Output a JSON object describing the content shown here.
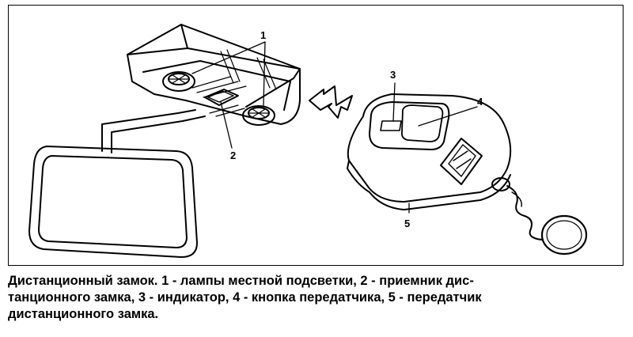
{
  "callouts": {
    "c1": "1",
    "c2": "2",
    "c3": "3",
    "c4": "4",
    "c5": "5"
  },
  "caption": {
    "line1": "Дистанционный замок. 1 - лампы местной подсветки, 2 - приемник дис-",
    "line2": "танционного замка, 3 - индикатор, 4 - кнопка передатчика, 5 - передатчик",
    "line3": "дистанционного замка."
  }
}
